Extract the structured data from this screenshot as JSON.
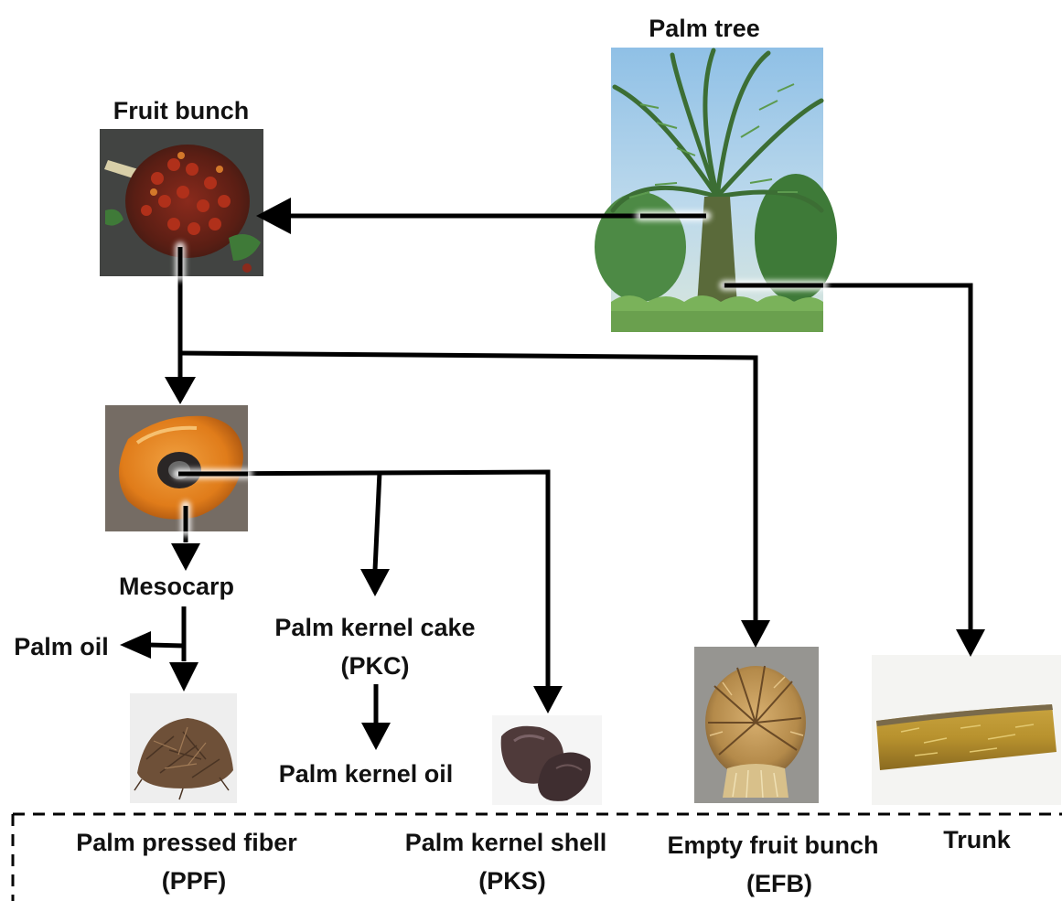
{
  "labels": {
    "palm_tree": "Palm tree",
    "fruit_bunch": "Fruit bunch",
    "mesocarp": "Mesocarp",
    "palm_oil": "Palm oil",
    "palm_kernel_cake_line1": "Palm kernel cake",
    "palm_kernel_cake_line2": "(PKC)",
    "palm_kernel_oil": "Palm kernel oil"
  },
  "legend": {
    "ppf_line1": "Palm pressed fiber",
    "ppf_line2": "(PPF)",
    "pks_line1": "Palm kernel shell",
    "pks_line2": "(PKS)",
    "efb_line1": "Empty fruit bunch",
    "efb_line2": "(EFB)",
    "trunk": "Trunk"
  },
  "colors": {
    "arrow": "#000000",
    "text": "#111111",
    "sky": "#9cc8ea",
    "foliage": "#3f7a3a",
    "fruit": "#7a2418",
    "mesocarp": "#e07c1a",
    "fiber": "#6e5038",
    "shell": "#4f3a3a",
    "efb": "#b8904e",
    "trunk_wood": "#b8922e"
  }
}
